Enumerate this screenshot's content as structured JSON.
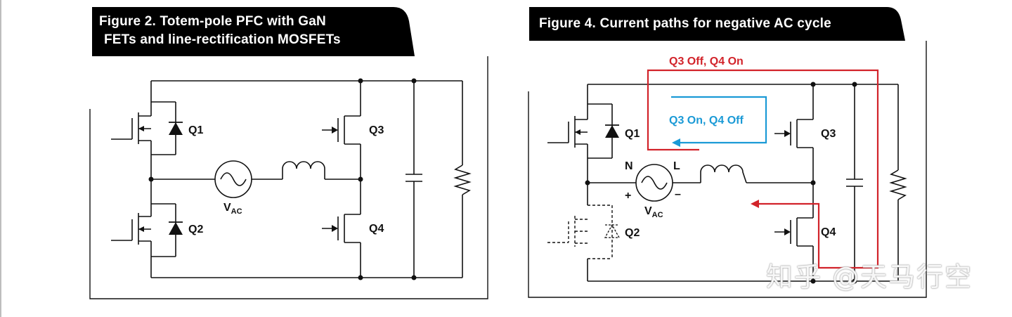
{
  "figure2": {
    "title_line1": "Figure 2. Totem-pole PFC with GaN",
    "title_line2": "FETs and line-rectification MOSFETs",
    "labels": {
      "q1": "Q1",
      "q2": "Q2",
      "q3": "Q3",
      "q4": "Q4",
      "vac": "V",
      "vac_sub": "AC"
    }
  },
  "figure4": {
    "title": "Figure 4. Current paths for negative AC cycle",
    "path_red_label": "Q3 Off, Q4 On",
    "path_blue_label": "Q3 On, Q4 Off",
    "labels": {
      "q1": "Q1",
      "q2": "Q2",
      "q3": "Q3",
      "q4": "Q4",
      "n": "N",
      "l": "L",
      "plus": "+",
      "minus": "–",
      "vac": "V",
      "vac_sub": "AC"
    }
  },
  "watermark": "知乎 @天马行空",
  "colors": {
    "header": "#000000",
    "red_path": "#d2232a",
    "blue_path": "#1b9ad6",
    "wire": "#111111"
  }
}
